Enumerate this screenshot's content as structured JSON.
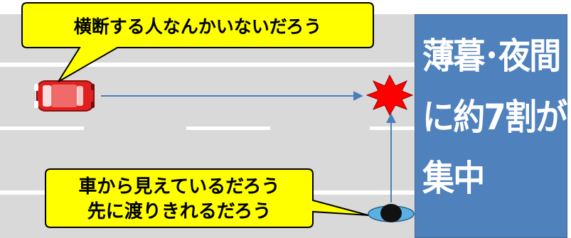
{
  "bubbles": {
    "top": {
      "text": "横断する人なんかいないだろう"
    },
    "bottom": {
      "line1": "車から見えているだろう",
      "line2": "先に渡りきれるだろう"
    }
  },
  "panel": {
    "lines": [
      "薄暮･夜間",
      "に約7割が",
      "集中"
    ]
  },
  "colors": {
    "road": "#d9d9d9",
    "lane_marking": "#ffffff",
    "panel": "#4f81bd",
    "bubble_fill": "#ffff00",
    "arrow": "#4a7ebb",
    "car": "#e0201e",
    "collision": "#ff0000"
  },
  "icons": {
    "vehicle": "red-car-icon",
    "pedestrian": "pedestrian-icon",
    "impact": "collision-burst-icon"
  }
}
